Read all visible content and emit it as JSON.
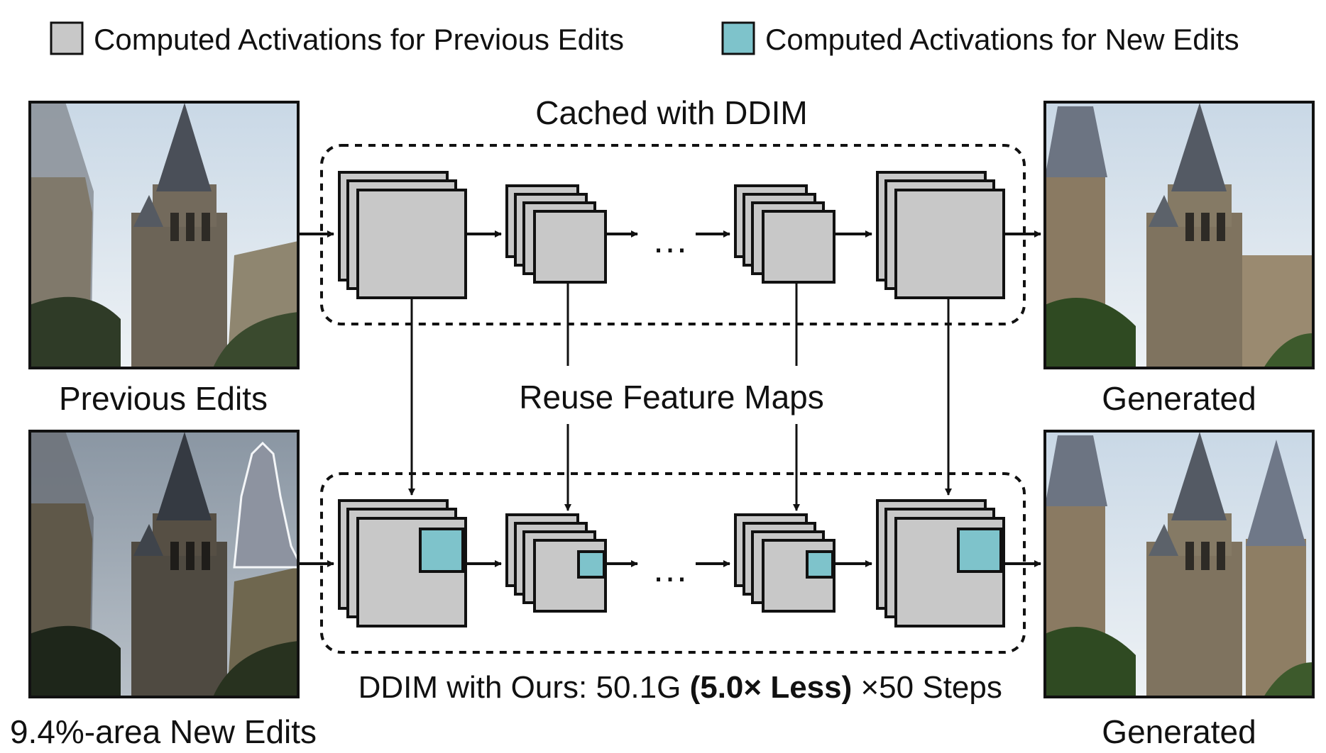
{
  "legend": {
    "previous": {
      "label": "Computed Activations for Previous Edits",
      "color": "#c8c8c8"
    },
    "new": {
      "label": "Computed Activations for New Edits",
      "color": "#7ec3cb"
    }
  },
  "top_row": {
    "title": "Cached with DDIM",
    "input_label": "Previous Edits",
    "output_label": "Generated"
  },
  "middle": {
    "label": "Reuse Feature Maps"
  },
  "bottom_row": {
    "caption_prefix": "DDIM with Ours: 50.1G ",
    "caption_bold": "(5.0× Less)",
    "caption_suffix": " ×50 Steps",
    "input_label": "9.4%-area New Edits",
    "output_label": "Generated"
  },
  "ellipsis": "…",
  "colors": {
    "feature_map": "#c8c8c8",
    "new_edit": "#7ec3cb",
    "sky": "#d9e4ee",
    "stone": "#7a6f60",
    "foliage": "#2e3b25"
  }
}
